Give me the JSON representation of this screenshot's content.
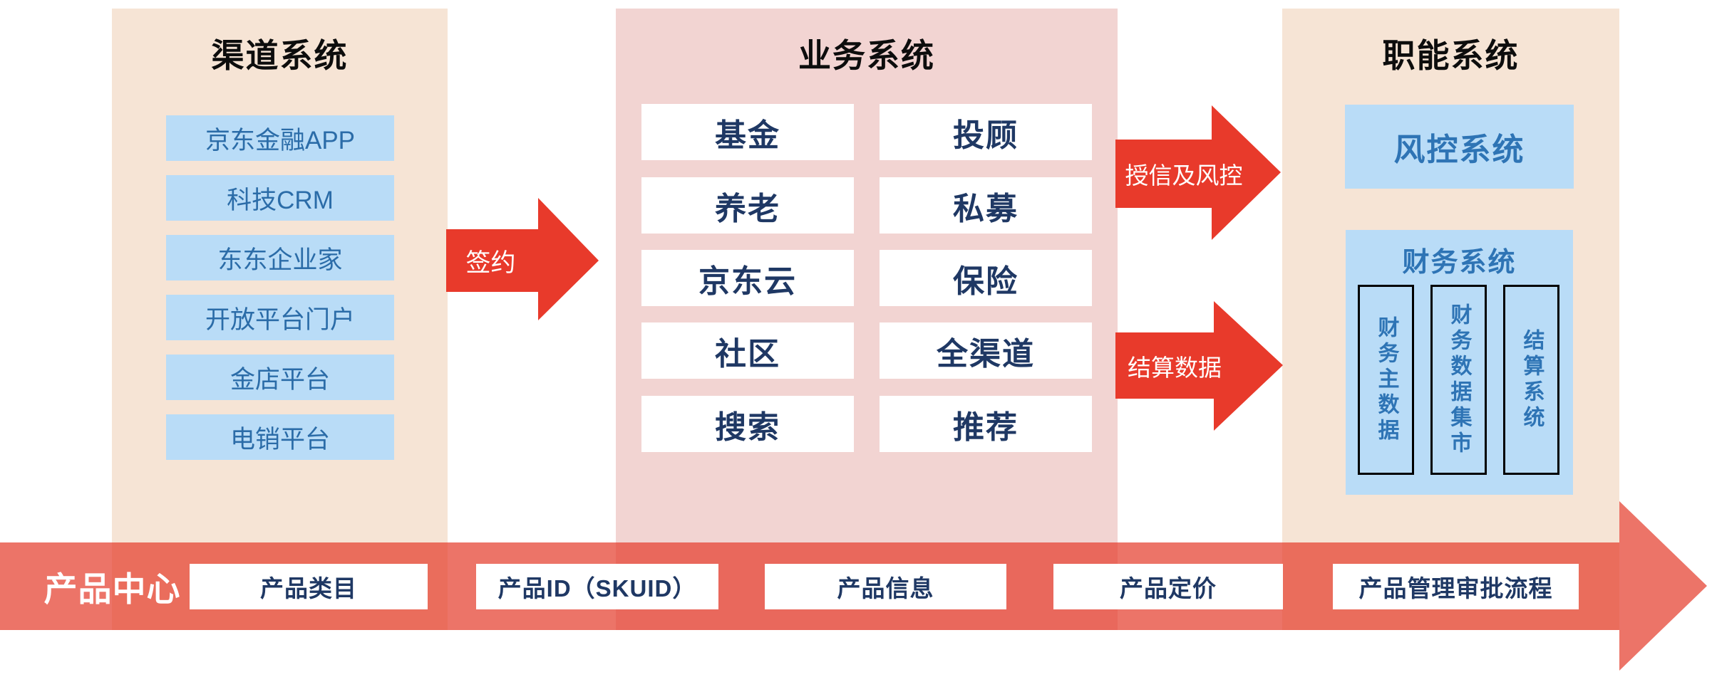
{
  "panels": {
    "channel": {
      "title": "渠道系统",
      "items": [
        "京东金融APP",
        "科技CRM",
        "东东企业家",
        "开放平台门户",
        "金店平台",
        "电销平台"
      ]
    },
    "business": {
      "title": "业务系统",
      "items": [
        "基金",
        "投顾",
        "养老",
        "私募",
        "京东云",
        "保险",
        "社区",
        "全渠道",
        "搜索",
        "推荐"
      ]
    },
    "functional": {
      "title": "职能系统",
      "risk_system": "风控系统",
      "finance_system": {
        "title": "财务系统",
        "items": [
          "财务主数据",
          "财务数据集市",
          "结算系统"
        ]
      }
    }
  },
  "flow_arrows": {
    "sign": "签约",
    "credit_risk": "授信及风控",
    "settlement": "结算数据"
  },
  "product_center_band": {
    "label": "产品中心",
    "items": [
      "产品类目",
      "产品ID（SKUID）",
      "产品信息",
      "产品定价",
      "产品管理审批流程"
    ]
  },
  "colors": {
    "peach_panel": "#F6E4D5",
    "pink_panel": "#F2D4D2",
    "light_blue_box": "#B9DCF7",
    "channel_item_text": "#2B6CA8",
    "navy_text": "#1F3864",
    "accent_blue_bold": "#2E74B5",
    "red_arrow": "#E83A2B",
    "band_red": "rgba(228,62,46,0.72)",
    "title_black": "#0D0D0D",
    "white": "#FFFFFF"
  }
}
